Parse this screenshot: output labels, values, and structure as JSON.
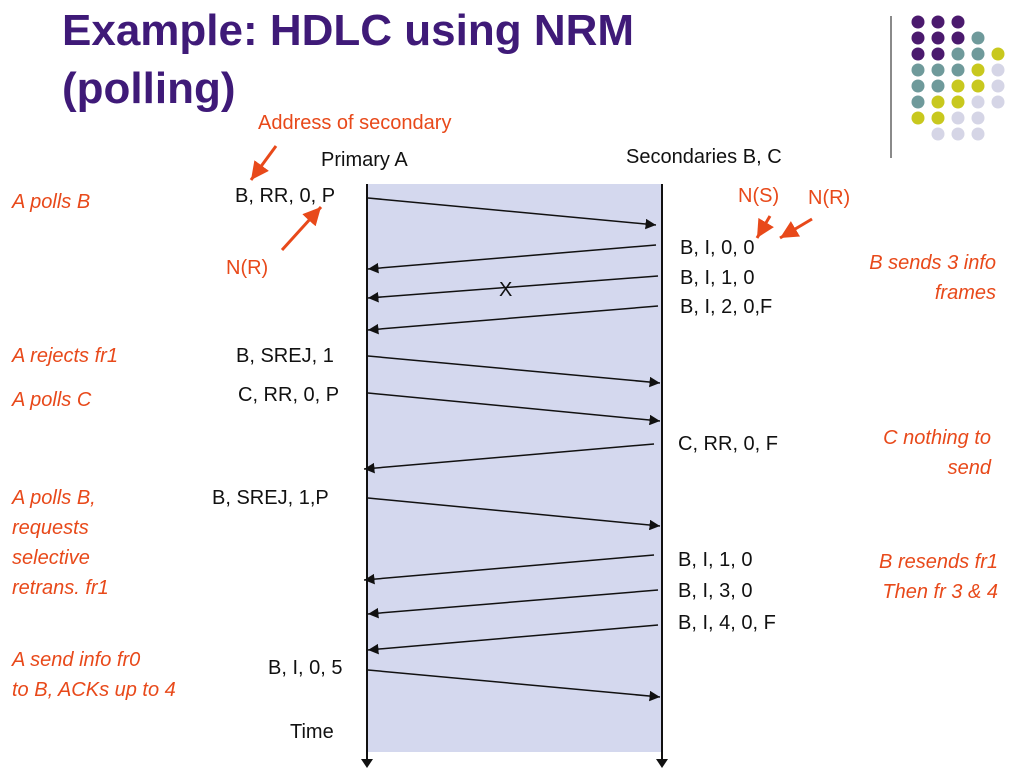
{
  "slide": {
    "title_line1": "Example:  HDLC using NRM",
    "title_line2": "(polling)"
  },
  "headers": {
    "primary": "Primary A",
    "secondaries": "Secondaries B,  C",
    "time": "Time"
  },
  "annotations": {
    "address_of_secondary": "Address of secondary",
    "nr_left": "N(R)",
    "ns": "N(S)",
    "nr_right": "N(R)",
    "lost_mark": "X"
  },
  "frames": {
    "a_rr_b": "B, RR, 0, P",
    "b_i_0": "B, I, 0, 0",
    "b_i_1": "B, I, 1, 0",
    "b_i_2": "B, I, 2, 0,F",
    "a_srej": "B, SREJ, 1",
    "a_rr_c": "C, RR, 0, P",
    "c_rr": "C, RR, 0, F",
    "a_srej_p": "B, SREJ, 1,P",
    "b_i_1_re": "B, I, 1, 0",
    "b_i_3": "B, I, 3, 0",
    "b_i_4": "B, I, 4, 0, F",
    "a_i_0": "B, I, 0, 5"
  },
  "left_notes": {
    "polls_b": [
      "A polls B"
    ],
    "rejects": [
      "A rejects fr1"
    ],
    "polls_c": [
      "A polls C"
    ],
    "polls_b_srej": [
      "A polls B,",
      "requests",
      "selective",
      "retrans. fr1"
    ],
    "send_info": [
      "A send info fr0",
      "to B, ACKs up to 4"
    ]
  },
  "right_notes": {
    "b_sends": [
      "B sends 3 info",
      "frames"
    ],
    "c_nothing": [
      "C nothing to",
      "send"
    ],
    "b_resends": [
      "B resends fr1",
      "Then fr 3 & 4"
    ]
  },
  "colors": {
    "title": "#3f1a78",
    "annotation": "#e8491a",
    "timeline_fill": "#d4d8ee",
    "dot_purple": "#4b1a6e",
    "dot_teal": "#6f9a9b",
    "dot_yellow": "#c8c81e",
    "dot_lavender": "#d5d5e6"
  }
}
